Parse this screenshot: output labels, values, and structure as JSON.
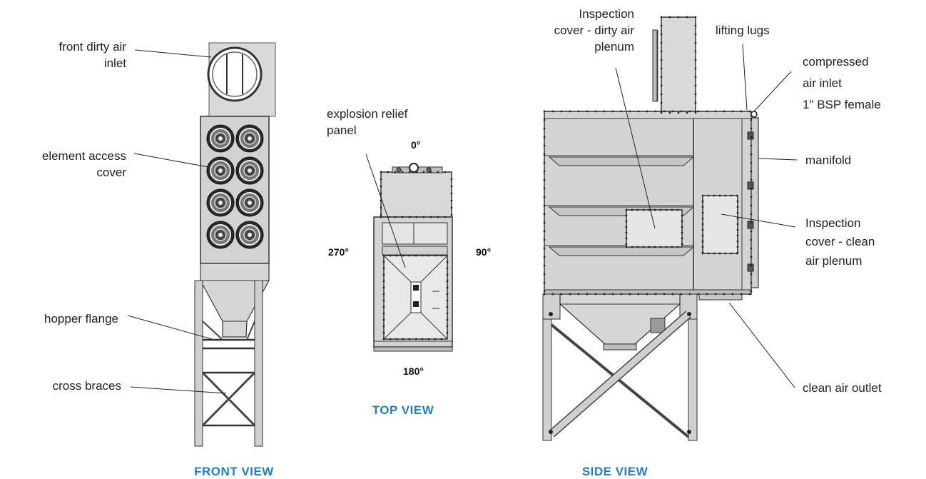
{
  "colors": {
    "accent": "#1f7fc1",
    "metal": "#d9d9d9",
    "metal_dark": "#c4c4c4",
    "outline": "#333333",
    "bolt": "#222222"
  },
  "front_view": {
    "caption": "FRONT VIEW",
    "labels": {
      "inlet_1": "front dirty air",
      "inlet_2": "inlet",
      "access_1": "element access",
      "access_2": "cover",
      "hopper": "hopper flange",
      "braces": "cross braces"
    }
  },
  "top_view": {
    "caption": "TOP VIEW",
    "labels": {
      "relief_1": "explosion relief",
      "relief_2": "panel"
    },
    "angles": {
      "top": "0°",
      "right": "90°",
      "bottom": "180°",
      "left": "270°"
    }
  },
  "side_view": {
    "caption": "SIDE VIEW",
    "labels": {
      "dirty_1": "Inspection",
      "dirty_2": "cover - dirty air",
      "dirty_3": "plenum",
      "lugs": "lifting lugs",
      "compressed_1": "compressed",
      "compressed_2": "air inlet",
      "compressed_3": "1\" BSP female",
      "manifold": "manifold",
      "clean_1": "Inspection",
      "clean_2": "cover - clean",
      "clean_3": "air plenum",
      "outlet": "clean air outlet"
    }
  }
}
